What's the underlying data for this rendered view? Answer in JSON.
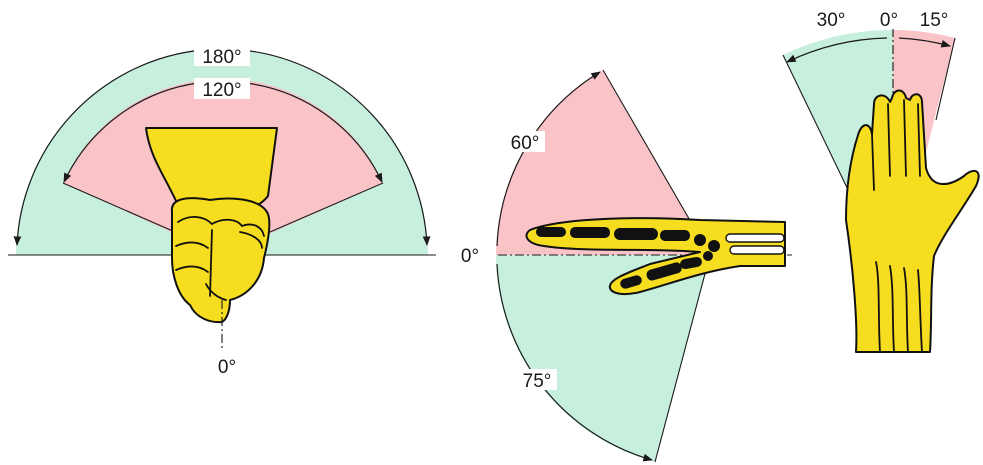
{
  "colors": {
    "extended_range": "#c6efdd",
    "normal_range": "#f9c3c8",
    "hand": "#f7dd1f",
    "outline": "#111111"
  },
  "fist_rotation": {
    "outer_label": "180°",
    "inner_label": "120°",
    "origin_label": "0°"
  },
  "wrist_flexion": {
    "extension_label": "60°",
    "origin_label": "0°",
    "flexion_label": "75°"
  },
  "wrist_deviation": {
    "radial_label": "30°",
    "origin_label": "0°",
    "ulnar_label": "15°"
  }
}
